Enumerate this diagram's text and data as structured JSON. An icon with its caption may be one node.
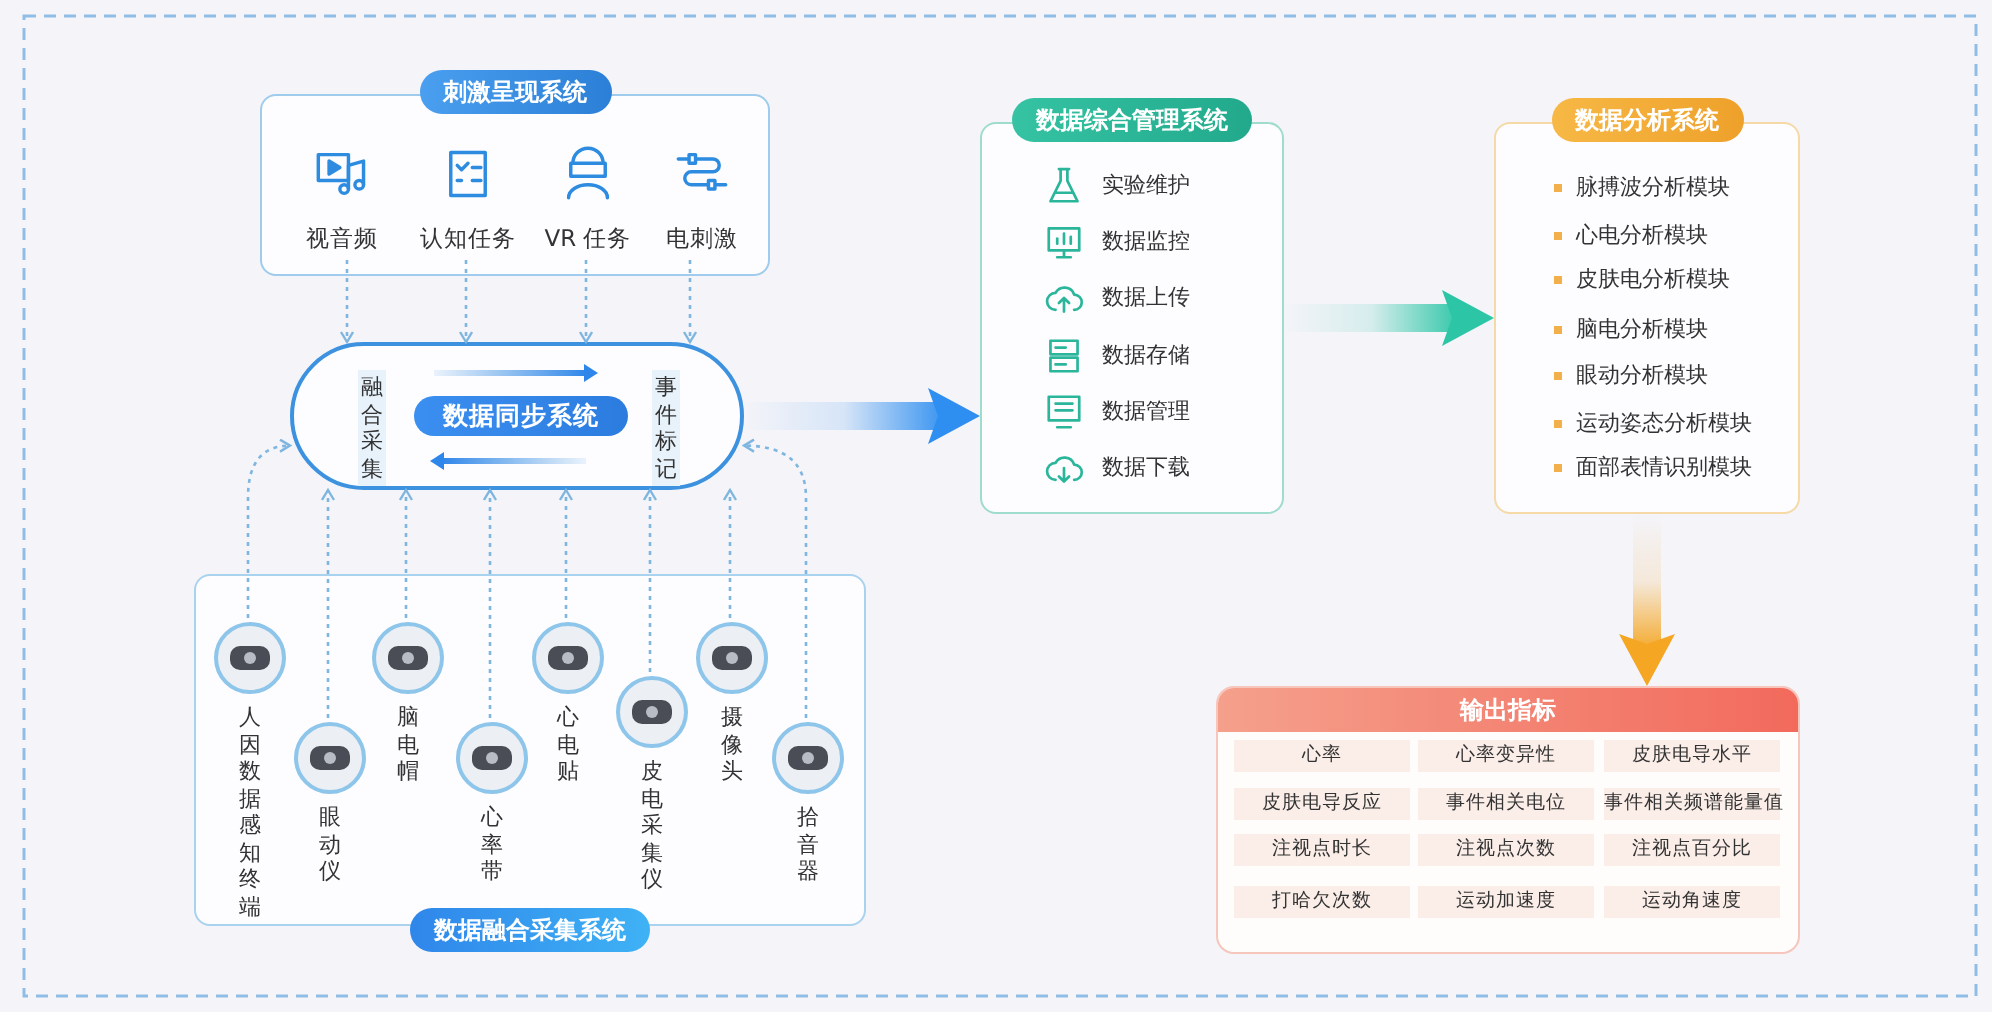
{
  "diagram": {
    "nodes": [
      {
        "text": [
          "刺激呈现系统"
        ]
      },
      {
        "text": [
          "视音频"
        ],
        "in": 0
      },
      {
        "text": [
          "认知任务"
        ],
        "in": 0
      },
      {
        "text": [
          "VR 任务"
        ],
        "in": 0
      },
      {
        "text": [
          "电刺激"
        ],
        "in": 0
      },
      {
        "text": [
          "融合采集",
          "数据同步系统",
          "事件标记"
        ]
      },
      {
        "text": [
          "数据融合采集系统"
        ]
      },
      {
        "text": [
          "人因数据感知终端"
        ],
        "in": 6
      },
      {
        "text": [
          "眼动仪"
        ],
        "in": 6
      },
      {
        "text": [
          "脑电帽"
        ],
        "in": 6
      },
      {
        "text": [
          "心率带"
        ],
        "in": 6
      },
      {
        "text": [
          "心电贴"
        ],
        "in": 6
      },
      {
        "text": [
          "皮电采集仪"
        ],
        "in": 6
      },
      {
        "text": [
          "摄像头"
        ],
        "in": 6
      },
      {
        "text": [
          "拾音器"
        ],
        "in": 6
      },
      {
        "text": [
          "数据综合管理系统",
          "实验维护",
          "数据监控",
          "数据上传",
          "数据存储",
          "数据管理",
          "数据下载"
        ]
      },
      {
        "text": [
          "数据分析系统",
          "脉搏波分析模块",
          "心电分析模块",
          "皮肤电分析模块",
          "脑电分析模块",
          "眼动分析模块",
          "运动姿态分析模块",
          "面部表情识别模块"
        ]
      },
      {
        "text": [
          "输出指标",
          "心率",
          "心率变异性",
          "皮肤电导水平",
          "皮肤电导反应",
          "事件相关电位",
          "事件相关频谱能量值",
          "注视点时长",
          "注视点次数",
          "注视点百分比",
          "打哈欠次数",
          "运动加速度",
          "运动角速度"
        ]
      }
    ],
    "edges": [
      {
        "from": 1,
        "to": 5,
        "arrow": "to",
        "style": "dashed"
      },
      {
        "from": 2,
        "to": 5,
        "arrow": "to",
        "style": "dashed"
      },
      {
        "from": 3,
        "to": 5,
        "arrow": "to",
        "style": "dashed"
      },
      {
        "from": 4,
        "to": 5,
        "arrow": "to",
        "style": "dashed"
      },
      {
        "from": 7,
        "to": 5,
        "arrow": "to",
        "style": "dashed"
      },
      {
        "from": 8,
        "to": 5,
        "arrow": "to",
        "style": "dashed"
      },
      {
        "from": 9,
        "to": 5,
        "arrow": "to",
        "style": "dashed"
      },
      {
        "from": 10,
        "to": 5,
        "arrow": "to",
        "style": "dashed"
      },
      {
        "from": 11,
        "to": 5,
        "arrow": "to",
        "style": "dashed"
      },
      {
        "from": 12,
        "to": 5,
        "arrow": "to",
        "style": "dashed"
      },
      {
        "from": 13,
        "to": 5,
        "arrow": "to",
        "style": "dashed"
      },
      {
        "from": 14,
        "to": 5,
        "arrow": "to",
        "style": "dashed"
      },
      {
        "from": 5,
        "to": 15,
        "arrow": "to",
        "style": "thick",
        "color": "#2f8ff0"
      },
      {
        "from": 15,
        "to": 16,
        "arrow": "to",
        "style": "thick",
        "color": "#2cc6a6"
      },
      {
        "from": 16,
        "to": 17,
        "arrow": "to",
        "style": "thick",
        "color": "#f5a623"
      }
    ]
  }
}
